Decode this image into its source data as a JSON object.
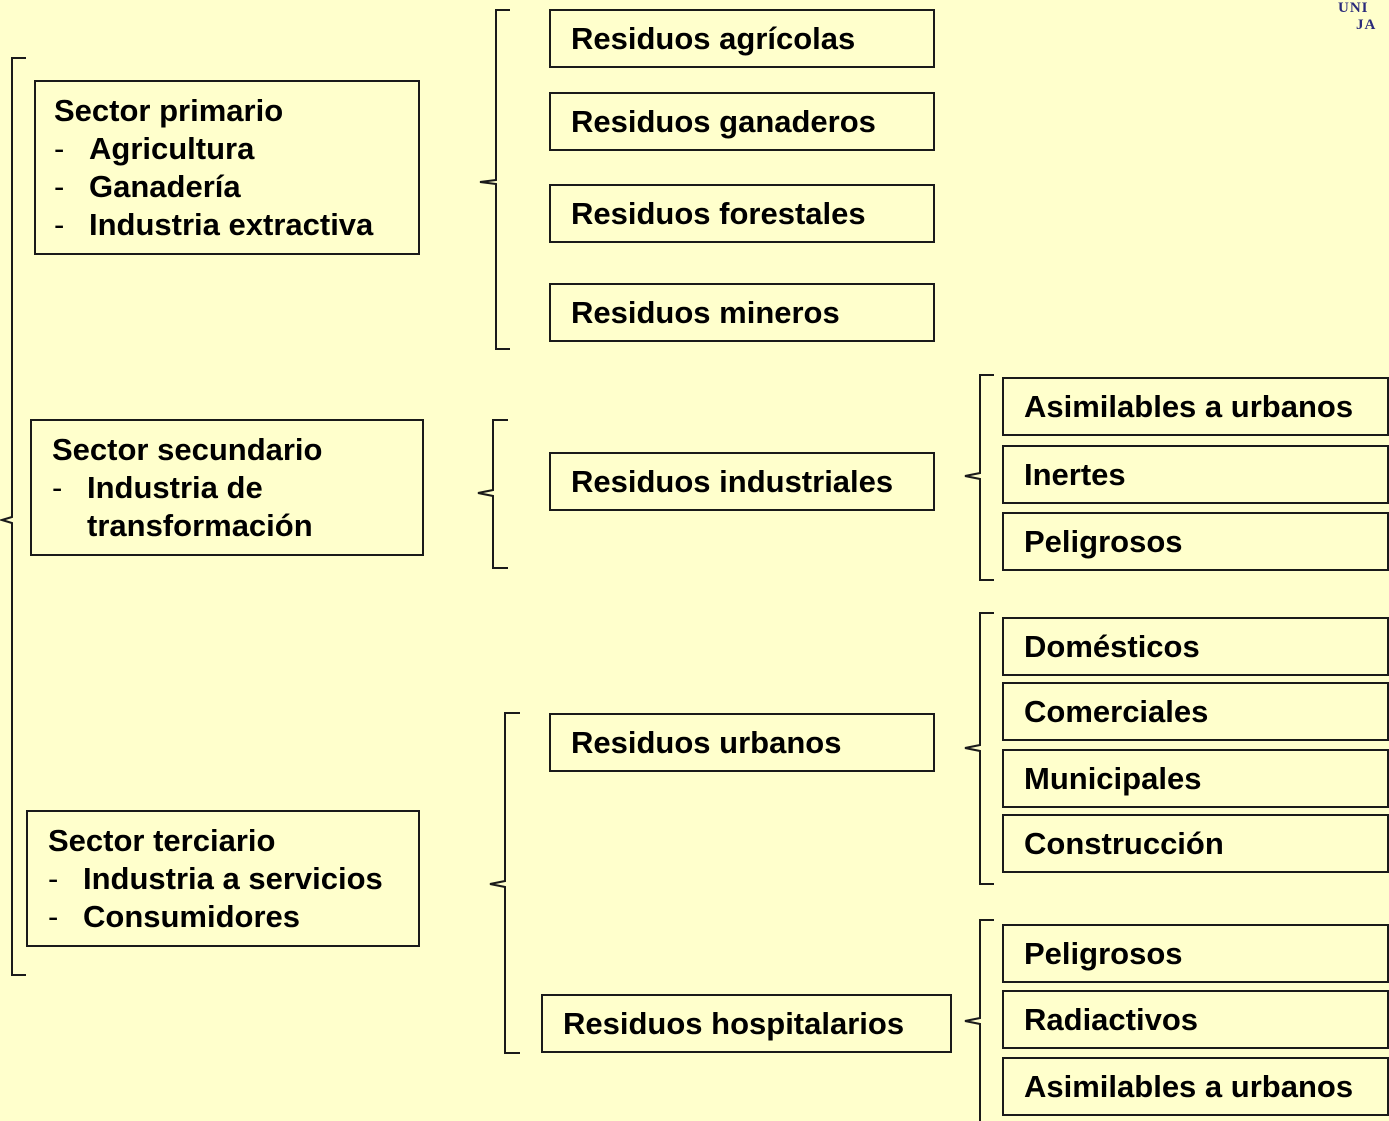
{
  "logo": {
    "line1": "UNI",
    "line2": "JA"
  },
  "sectors": {
    "primario": {
      "title": "Sector primario",
      "items": [
        "Agricultura",
        "Ganadería",
        "Industria extractiva"
      ]
    },
    "secundario": {
      "title": "Sector secundario",
      "item_line1": "Industria de",
      "item_line2": "transformación"
    },
    "terciario": {
      "title": "Sector terciario",
      "items": [
        "Industria a servicios",
        "Consumidores"
      ]
    }
  },
  "residues": {
    "agricolas": "Residuos agrícolas",
    "ganaderos": "Residuos ganaderos",
    "forestales": "Residuos forestales",
    "mineros": "Residuos mineros",
    "industriales": "Residuos industriales",
    "urbanos": "Residuos urbanos",
    "hospitalarios": "Residuos hospitalarios"
  },
  "subtypes": {
    "industriales": [
      "Asimilables a urbanos",
      "Inertes",
      "Peligrosos"
    ],
    "urbanos": [
      "Domésticos",
      "Comerciales",
      "Municipales",
      "Construcción"
    ],
    "hospitalarios": [
      "Peligrosos",
      "Radiactivos",
      "Asimilables a urbanos"
    ]
  }
}
